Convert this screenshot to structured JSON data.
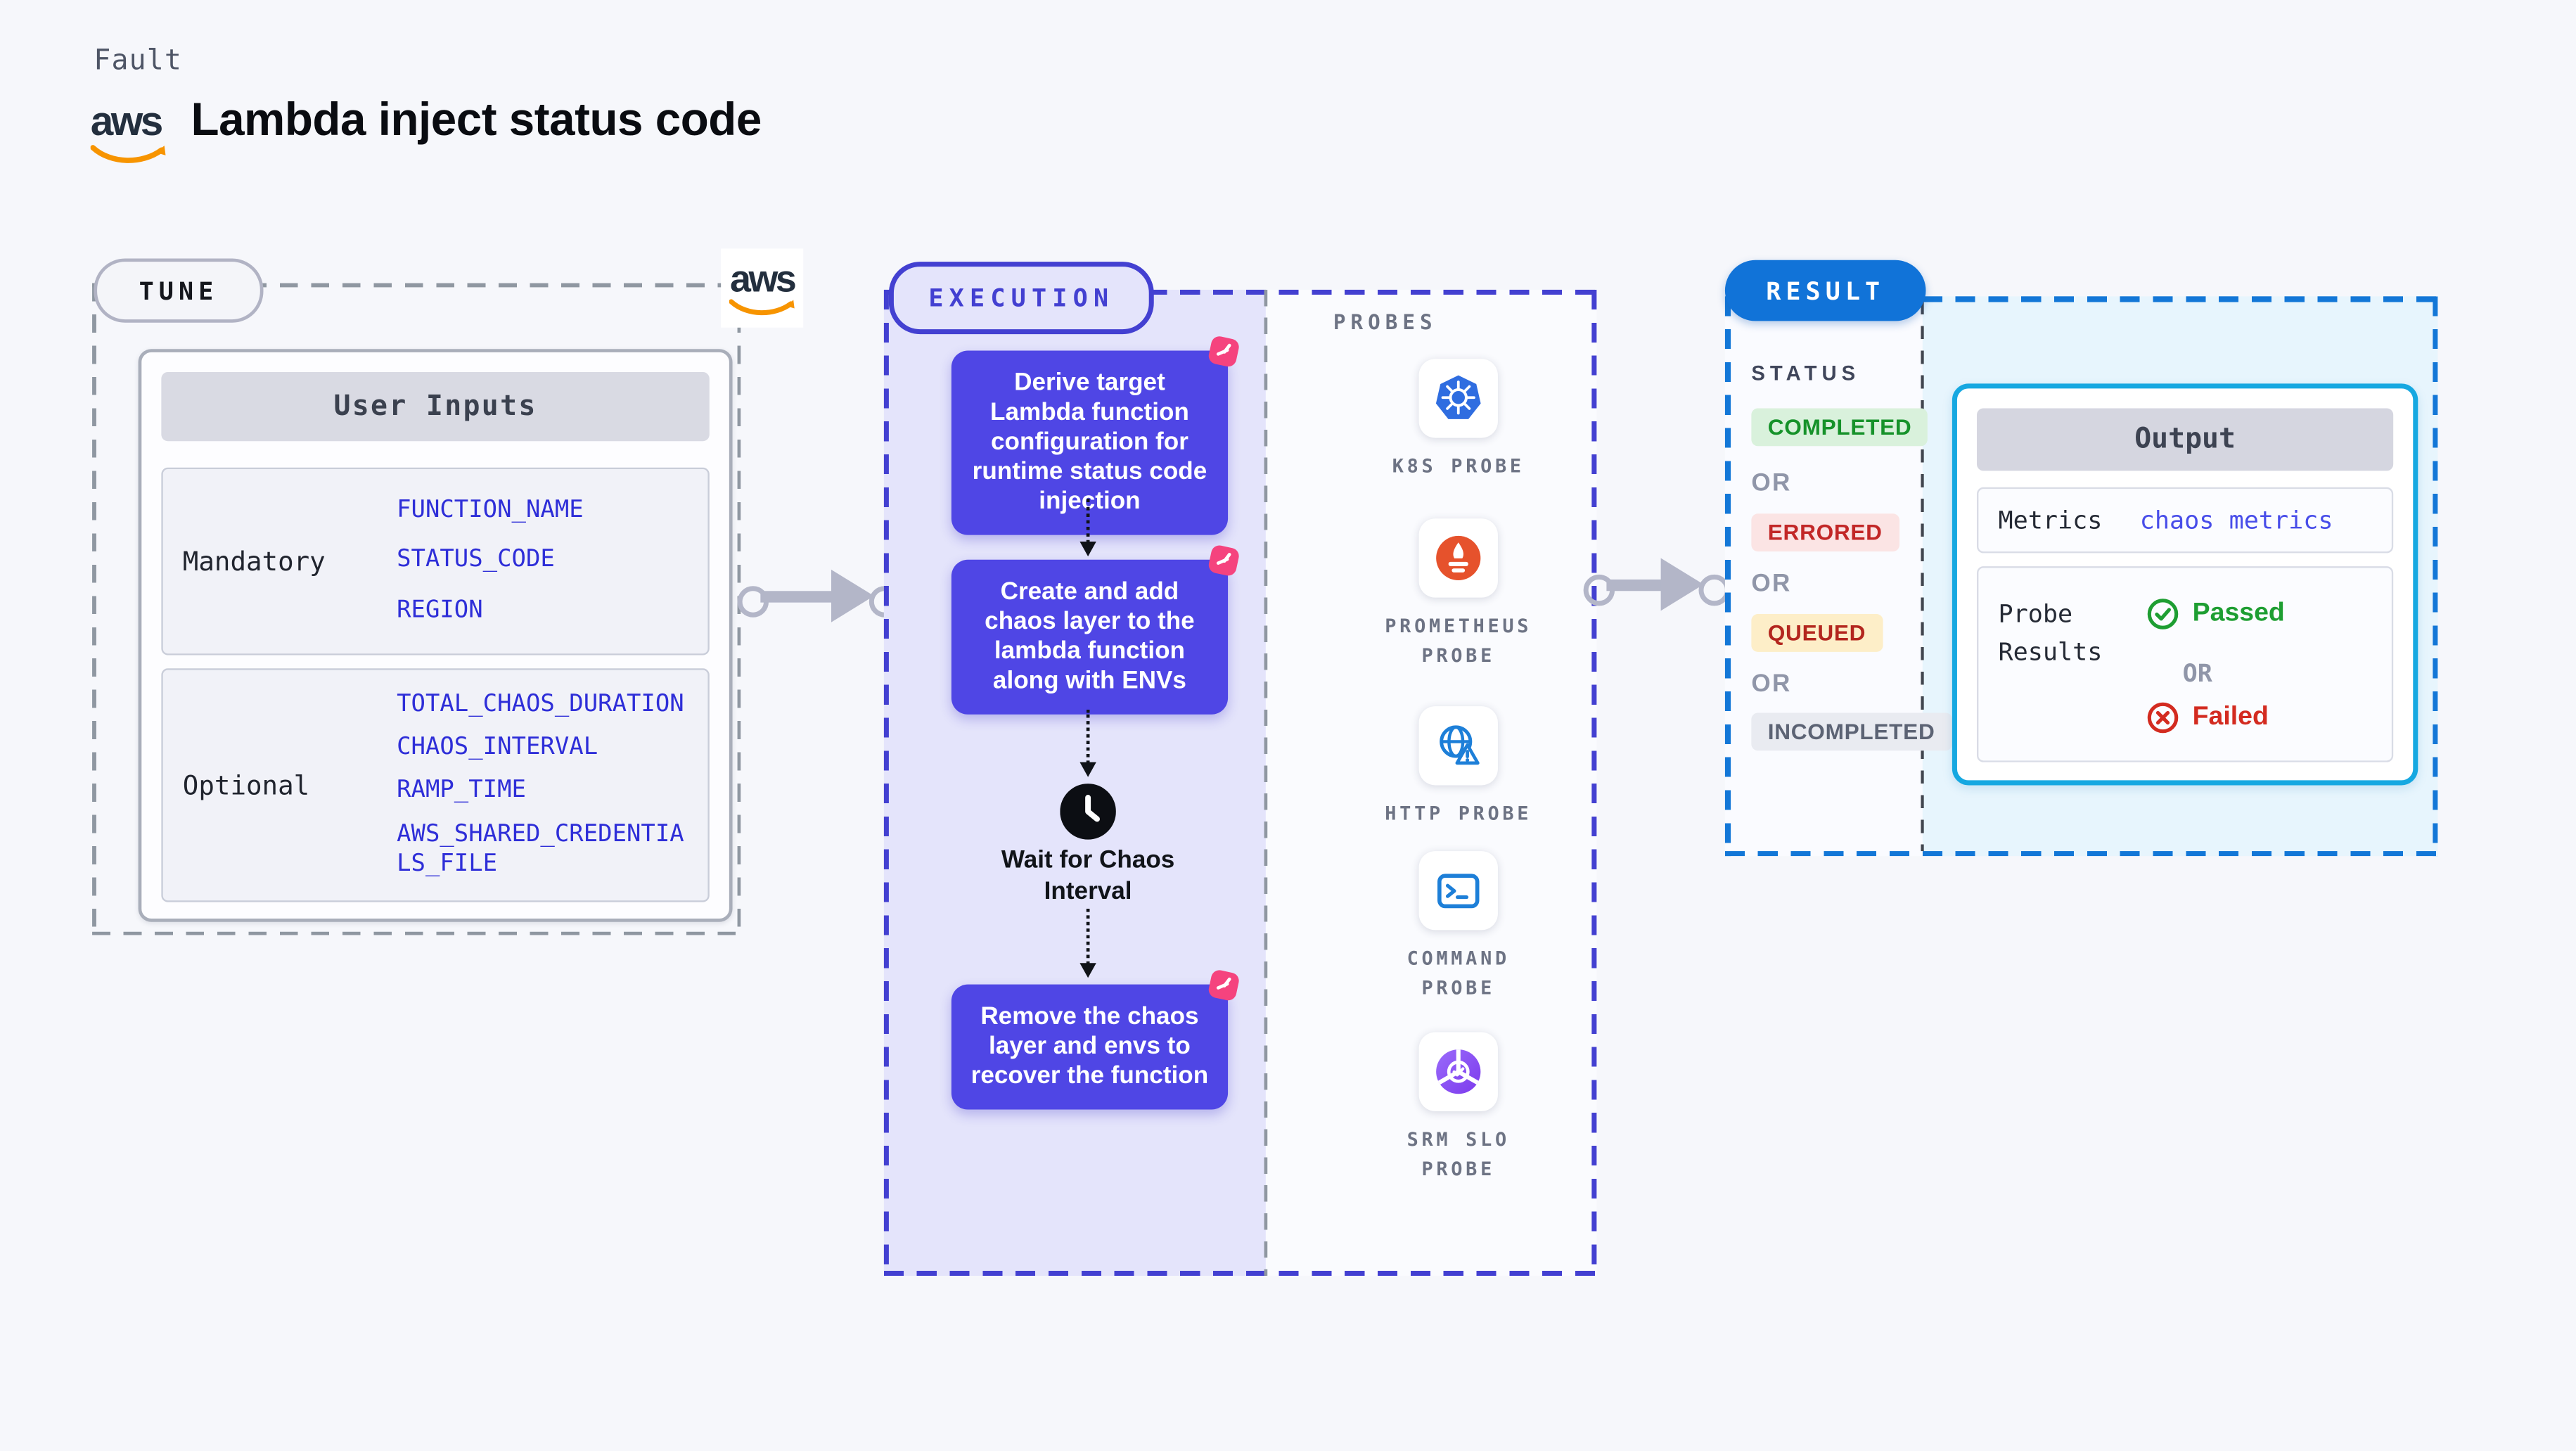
{
  "header": {
    "kicker": "Fault",
    "title": "Lambda inject status code",
    "aws_wordmark": "aws"
  },
  "tune": {
    "pill": "TUNE",
    "aws_wordmark": "aws",
    "card": {
      "title": "User Inputs",
      "rows": [
        {
          "label": "Mandatory",
          "values": [
            "FUNCTION_NAME",
            "STATUS_CODE",
            "REGION"
          ]
        },
        {
          "label": "Optional",
          "values": [
            "TOTAL_CHAOS_DURATION",
            "CHAOS_INTERVAL",
            "RAMP_TIME",
            "AWS_SHARED_CREDENTIALS_FILE"
          ]
        }
      ]
    }
  },
  "execution": {
    "pill": "EXECUTION",
    "steps": [
      "Derive target Lambda function configuration for runtime status code injection",
      "Create and add chaos layer to the lambda function along with ENVs",
      "Remove the chaos layer and envs to recover the function"
    ],
    "wait_step": "Wait for Chaos Interval"
  },
  "probes": {
    "title": "PROBES",
    "items": [
      {
        "label": "K8S PROBE",
        "icon": "kubernetes-icon"
      },
      {
        "label": "PROMETHEUS PROBE",
        "icon": "prometheus-icon"
      },
      {
        "label": "HTTP PROBE",
        "icon": "globe-warning-icon"
      },
      {
        "label": "COMMAND PROBE",
        "icon": "terminal-icon"
      },
      {
        "label": "SRM SLO PROBE",
        "icon": "slo-gauge-icon"
      }
    ]
  },
  "result": {
    "pill": "RESULT",
    "status_title": "STATUS",
    "or": "OR",
    "statuses": [
      {
        "label": "COMPLETED",
        "fg": "#16922a",
        "bg": "#d9f1dc"
      },
      {
        "label": "ERRORED",
        "fg": "#c22727",
        "bg": "#fbe4e4"
      },
      {
        "label": "QUEUED",
        "fg": "#b3261e",
        "bg": "#fdeec8"
      },
      {
        "label": "INCOMPLETED",
        "fg": "#5c6374",
        "bg": "#e9ebf1"
      }
    ],
    "output": {
      "title": "Output",
      "metrics_label": "Metrics",
      "metrics_value": "chaos metrics",
      "probe_results_label": "Probe Results",
      "passed": "Passed",
      "or": "OR",
      "failed": "Failed"
    }
  },
  "colors": {
    "page_background": "#f6f7fb",
    "step_indigo": "#4f46e5",
    "execution_outline": "#4340d1",
    "execution_fill": "#e4e4fb",
    "tune_outline": "#8f97a1",
    "result_outline": "#1377d7",
    "result_pill": "#1173d8",
    "result_fill": "#e7f5fd",
    "output_outline": "#16a8e1",
    "arrow_gray": "#b3b6c8",
    "aws_orange": "#f79400",
    "chaos_badge_pink": "#f5437e",
    "value_blue": "#2e2ed8",
    "metrics_value_blue": "#484de9",
    "passed_green": "#1e9e32",
    "failed_red": "#d32b20",
    "kubernetes_blue": "#2f6de0",
    "prometheus_orange": "#e6522c",
    "probe_icon_blue": "#1d7fd8",
    "srm_purple": "#7c3aed"
  }
}
